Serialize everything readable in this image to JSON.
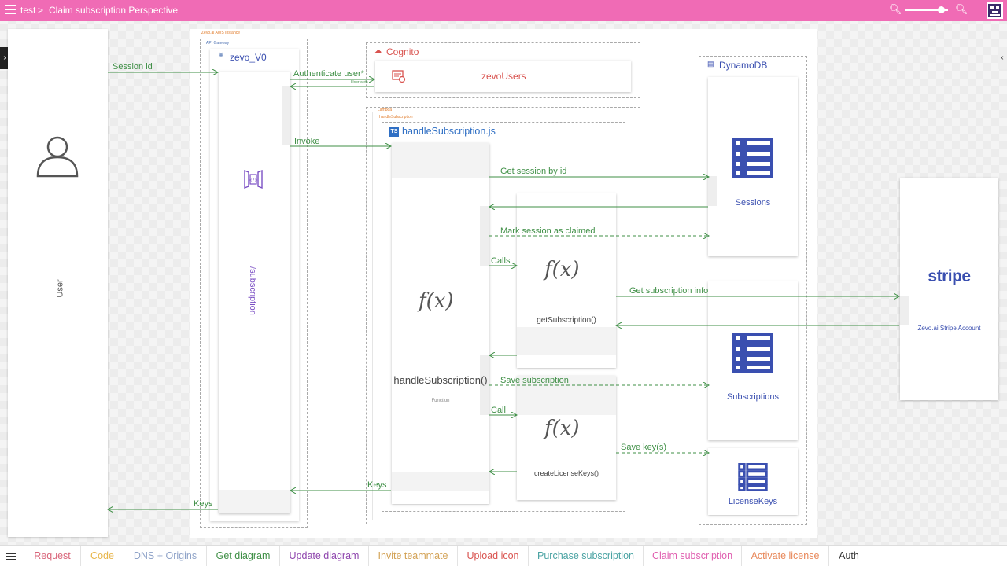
{
  "topbar": {
    "project": "test",
    "separator": ">",
    "page_title": "Claim subscription Perspective",
    "zoom_out_icon": "zoom-out-icon",
    "zoom_in_icon": "zoom-in-icon",
    "zoom_level": 0.85
  },
  "diagram": {
    "actor": {
      "label": "User"
    },
    "aws_instance_label": "Zevo.ai AWS Instance",
    "api_gateway": {
      "group_label": "API Gateway",
      "name": "zevo_V0",
      "route": "/subscription"
    },
    "cognito": {
      "title": "Cognito",
      "pool": "zevoUsers"
    },
    "lambda": {
      "group_label": "Lambda",
      "subgroup_label": "handleSubscription",
      "file": "handleSubscription.js",
      "fx": "f(x)",
      "name": "handleSubscription()",
      "kind": "Function"
    },
    "get_subscription": {
      "fx": "f(x)",
      "name": "getSubscription()"
    },
    "create_license_keys": {
      "fx": "f(x)",
      "name": "createLicenseKeys()"
    },
    "dynamodb": {
      "title": "DynamoDB",
      "tables": [
        "Sessions",
        "Subscriptions",
        "LicenseKeys"
      ]
    },
    "stripe": {
      "logo": "stripe",
      "account": "Zevo.ai Stripe Account"
    },
    "messages": {
      "session_id": "Session id",
      "authenticate": "Authenticate user*",
      "user_auth": "User auth",
      "invoke": "Invoke",
      "get_session": "Get session by id",
      "mark_claimed": "Mark session as claimed",
      "calls": "Calls",
      "get_sub_info": "Get subscription info",
      "save_subscription": "Save subscription",
      "call": "Call",
      "save_keys": "Save key(s)",
      "keys_inner": "Keys",
      "keys_outer": "Keys"
    }
  },
  "bottom_tabs": [
    {
      "label": "Request",
      "color": "#d9657a"
    },
    {
      "label": "Code",
      "color": "#e8b64c"
    },
    {
      "label": "DNS + Origins",
      "color": "#8fa3c8"
    },
    {
      "label": "Get diagram",
      "color": "#3f8f46"
    },
    {
      "label": "Update diagram",
      "color": "#8e44ad"
    },
    {
      "label": "Invite teammate",
      "color": "#d3a255"
    },
    {
      "label": "Upload icon",
      "color": "#d9534f"
    },
    {
      "label": "Purchase subscription",
      "color": "#4aa3a3"
    },
    {
      "label": "Claim subscription",
      "color": "#e05fb0"
    },
    {
      "label": "Activate license",
      "color": "#e8885a"
    },
    {
      "label": "Auth",
      "color": "#333333"
    }
  ],
  "colors": {
    "topbar": "#f06bb5",
    "arrow": "#3f8f46",
    "aws_service": "#3a4fb0",
    "stripe": "#3a4fb0"
  }
}
